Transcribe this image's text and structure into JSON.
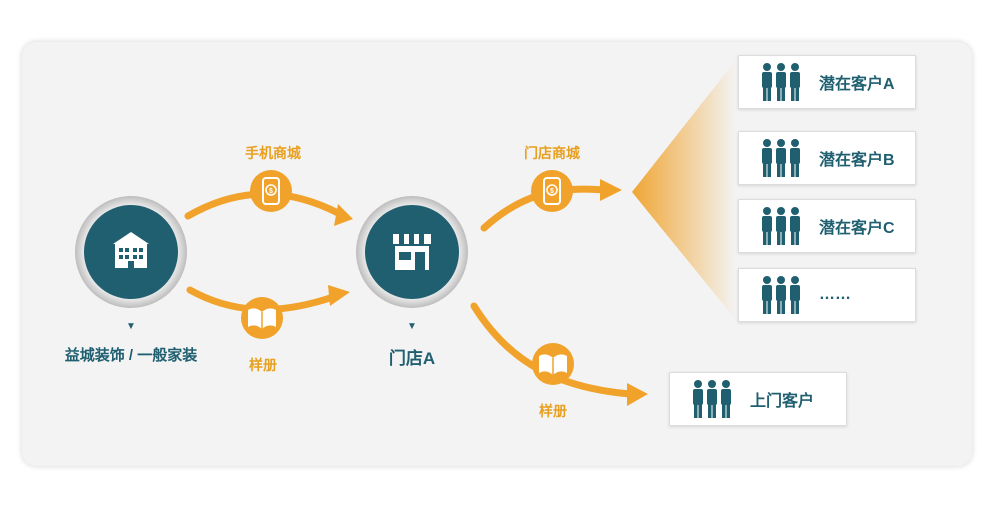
{
  "colors": {
    "accent": "#f0a22a",
    "primary": "#1f5f70",
    "background": "#f3f3f3"
  },
  "source_node": {
    "label": "益城装饰 / 一般家装",
    "icon": "building-icon"
  },
  "store_node": {
    "label": "门店A",
    "icon": "storefront-icon"
  },
  "channels": {
    "mobile_mall": "手机商城",
    "catalog": "样册",
    "store_mall": "门店商城",
    "store_catalog": "样册"
  },
  "prospects": [
    {
      "label": "潜在客户A"
    },
    {
      "label": "潜在客户B"
    },
    {
      "label": "潜在客户C"
    },
    {
      "label": "……"
    }
  ],
  "walk_in": {
    "label": "上门客户"
  }
}
